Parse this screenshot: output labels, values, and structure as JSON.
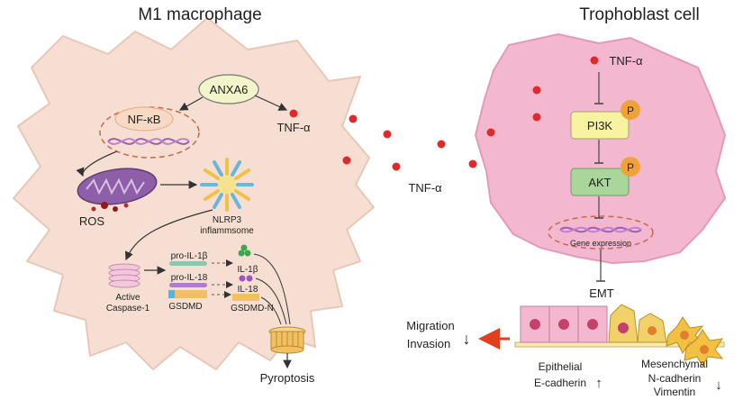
{
  "titles": {
    "left": "M1 macrophage",
    "right": "Trophoblast cell"
  },
  "macrophage": {
    "anxa6": "ANXA6",
    "nfkb": "NF-κB",
    "tnf": "TNF-α",
    "ros": "ROS",
    "nlrp3_line1": "NLRP3",
    "nlrp3_line2": "inflammsome",
    "caspase_line1": "Active",
    "caspase_line2": "Caspase-1",
    "pro_il1b": "pro-IL-1β",
    "pro_il18": "pro-IL-18",
    "gsdmd": "GSDMD",
    "il1b": "IL-1β",
    "il18": "IL-18",
    "gsdmd_n": "GSDMD-N",
    "pyroptosis": "Pyroptosis"
  },
  "extracellular": {
    "tnf": "TNF-α"
  },
  "trophoblast": {
    "tnf": "TNF-α",
    "pi3k": "PI3K",
    "akt": "AKT",
    "phospho": "P",
    "gene_expression": "Gene expression",
    "emt": "EMT",
    "migration": "Migration",
    "invasion": "Invasion",
    "epithelial": "Epithelial",
    "e_cadherin": "E-cadherin",
    "mesenchymal": "Mesenchymal",
    "n_cadherin": "N-cadherin",
    "vimentin": "Vimentin",
    "arrow_down": "↓",
    "arrow_up": "↑"
  },
  "colors": {
    "macrophage_fill": "#f6dfd2",
    "trophoblast_fill": "#f3b8cf",
    "tnf_dot": "#e02a2a",
    "pi3k_fill": "#f7f3a1",
    "akt_fill": "#a9d69a",
    "phospho_fill": "#f0a23a",
    "mito_fill": "#8e5fa8",
    "nfkb_fill": "#f8d9c4",
    "anxa6_fill": "#f2f5c9",
    "red_arrow": "#e0401f"
  }
}
